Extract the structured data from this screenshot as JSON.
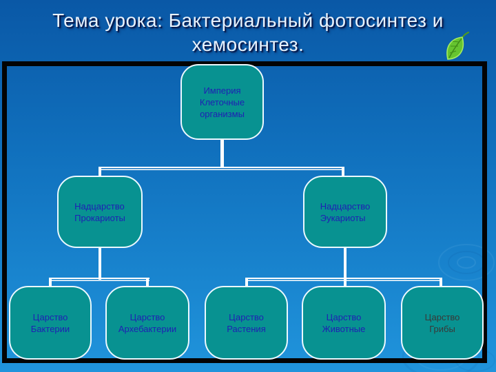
{
  "slide": {
    "title": "Тема урока: Бактериальный фотосинтез и\nхемосинтез.",
    "decorations": {
      "leaf_icon": "green-leaf-clipart",
      "background_ripples": "faint concentric water ripples, right side"
    }
  },
  "palette": {
    "background_top": "#0a58a6",
    "background_bottom": "#2094dc",
    "frame_border": "#030303",
    "node_fill": "#089291",
    "node_border": "#ecf9ff",
    "node_text": "#1f1fb4",
    "node_text_grey": "#383838",
    "connector": "#ffffff",
    "title_text": "#e8f2fc",
    "leaf_green": "#66c430"
  },
  "diagram": {
    "type": "hierarchy-org-chart",
    "nodes": [
      {
        "id": "empire",
        "label": "Империя\nКлеточные\nорганизмы",
        "level": 1,
        "parent": null
      },
      {
        "id": "prokaryotes",
        "label": "Надцарство\nПрокариоты",
        "level": 2,
        "parent": "empire"
      },
      {
        "id": "eukaryotes",
        "label": "Надцарство\nЭукариоты",
        "level": 2,
        "parent": "empire"
      },
      {
        "id": "bacteria",
        "label": "Царство\nБактерии",
        "level": 3,
        "parent": "prokaryotes"
      },
      {
        "id": "archaebacteria",
        "label": "Царство\nАрхебактерии",
        "level": 3,
        "parent": "prokaryotes"
      },
      {
        "id": "plants",
        "label": "Царство\nРастения",
        "level": 3,
        "parent": "eukaryotes"
      },
      {
        "id": "animals",
        "label": "Царство\nЖивотные",
        "level": 3,
        "parent": "eukaryotes"
      },
      {
        "id": "fungi",
        "label": "Царство\nГрибы",
        "level": 3,
        "parent": "eukaryotes",
        "text_color": "#383838"
      }
    ]
  }
}
